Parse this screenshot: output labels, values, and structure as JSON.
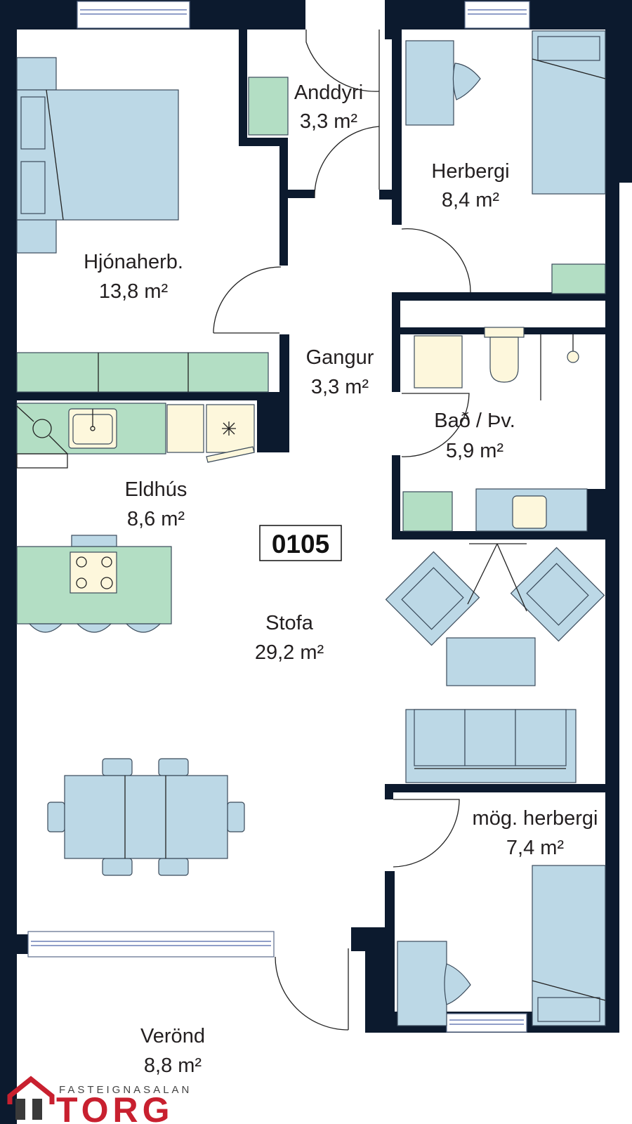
{
  "unit_number": "0105",
  "colors": {
    "wall": "#0c1a2e",
    "furniture": "#bcd8e6",
    "cabinet": "#b3dec4",
    "appliance": "#fdf7dc",
    "brand": "#c8202f"
  },
  "rooms": [
    {
      "name": "Anddyri",
      "area": "3,3 m²"
    },
    {
      "name": "Herbergi",
      "area": "8,4 m²"
    },
    {
      "name": "Hjónaherb.",
      "area": "13,8 m²"
    },
    {
      "name": "Gangur",
      "area": "3,3 m²"
    },
    {
      "name": "Bað / Þv.",
      "area": "5,9 m²"
    },
    {
      "name": "Eldhús",
      "area": "8,6 m²"
    },
    {
      "name": "Stofa",
      "area": "29,2 m²"
    },
    {
      "name": "mög. herbergi",
      "area": "7,4 m²"
    },
    {
      "name": "Verönd",
      "area": "8,8 m²"
    }
  ],
  "logo": {
    "top": "FASTEIGNASALAN",
    "bottom": "TORG",
    "icon": "house-icon"
  }
}
